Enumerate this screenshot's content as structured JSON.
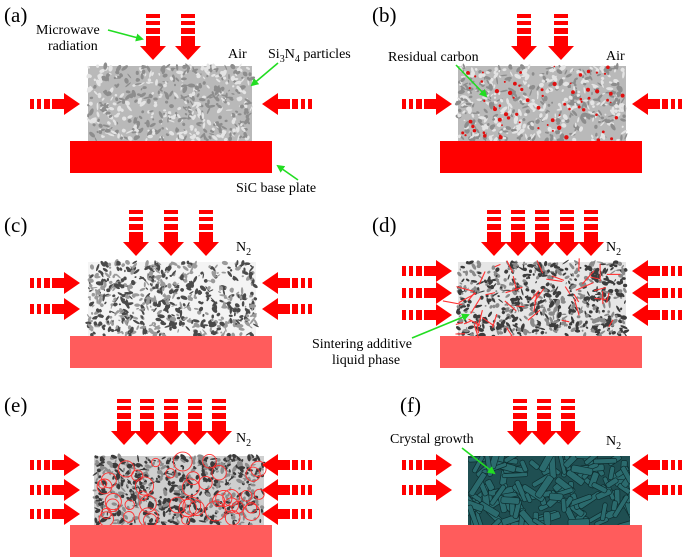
{
  "colors": {
    "arrow_red": "#ff0000",
    "base_plate_bright": "#ff0000",
    "base_plate_light": "#ff5c5c",
    "leader_green": "#22dd22",
    "residual_carbon": "#e01010",
    "liquid_phase": "#ff3030",
    "crystal_teal": "#2b6b6e"
  },
  "panels": [
    {
      "id": "a",
      "label": "(a)",
      "gas": "Air",
      "annotations": {
        "microwave_line1": "Microwave",
        "microwave_line2": "radiation",
        "particles_si": "Si",
        "particles_sub1": "3",
        "particles_n": "N",
        "particles_sub2": "4",
        "particles_rest": " particles",
        "base_plate": "SiC base plate"
      }
    },
    {
      "id": "b",
      "label": "(b)",
      "gas": "Air",
      "annotations": {
        "residual_carbon": "Residual carbon"
      }
    },
    {
      "id": "c",
      "label": "(c)",
      "gas_main": "N",
      "gas_sub": "2"
    },
    {
      "id": "d",
      "label": "(d)",
      "gas_main": "N",
      "gas_sub": "2",
      "annotations": {
        "liquid_line1": "Sintering additive",
        "liquid_line2": "liquid phase"
      }
    },
    {
      "id": "e",
      "label": "(e)",
      "gas_main": "N",
      "gas_sub": "2"
    },
    {
      "id": "f",
      "label": "(f)",
      "gas_main": "N",
      "gas_sub": "2",
      "annotations": {
        "crystal_growth": "Crystal growth"
      }
    }
  ]
}
